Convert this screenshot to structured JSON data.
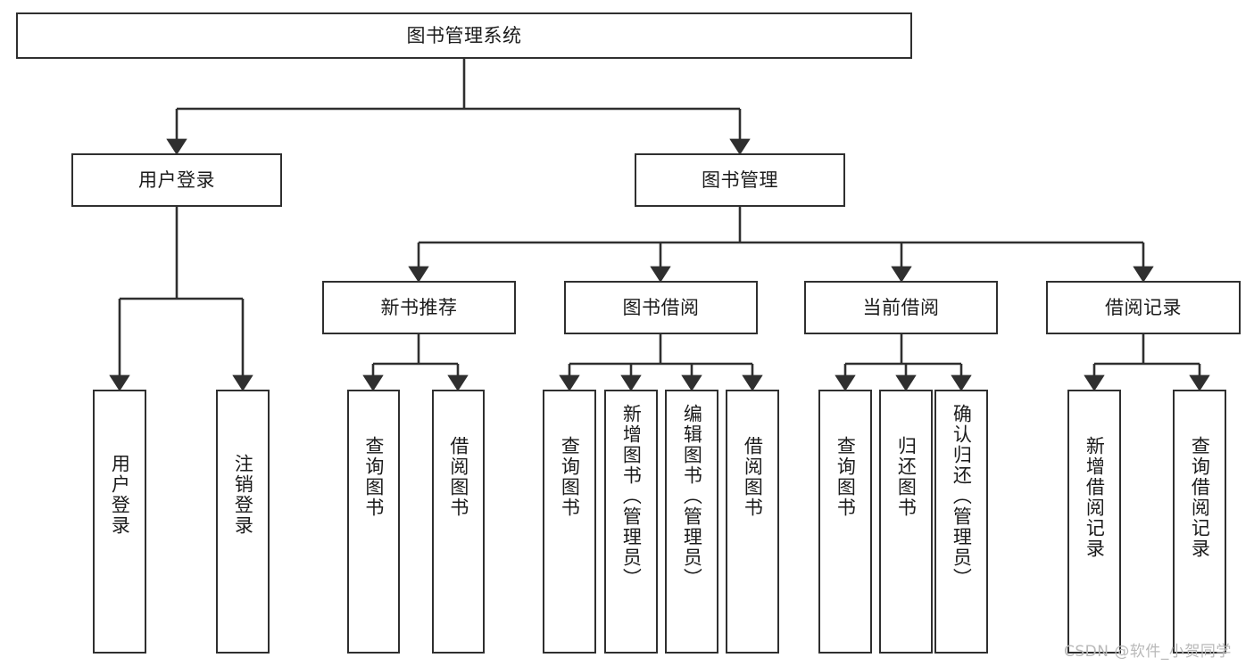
{
  "diagram": {
    "title": "图书管理系统",
    "type": "tree-hierarchy-diagram",
    "colors": {
      "stroke": "#2f2f2f",
      "fill": "#ffffff",
      "text": "#1b1b1b",
      "watermark": "#b9b9b9"
    },
    "root": {
      "label": "图书管理系统"
    },
    "level2": [
      {
        "label": "用户登录"
      },
      {
        "label": "图书管理"
      }
    ],
    "level3": [
      {
        "label": "新书推荐"
      },
      {
        "label": "图书借阅"
      },
      {
        "label": "当前借阅"
      },
      {
        "label": "借阅记录"
      }
    ],
    "leaves": {
      "user_login": [
        {
          "label": "用户登录"
        },
        {
          "label": "注销登录"
        }
      ],
      "new_book_recommend": [
        {
          "label": "查询图书"
        },
        {
          "label": "借阅图书"
        }
      ],
      "book_borrow": [
        {
          "label": "查询图书"
        },
        {
          "label": "新增图书（管理员）"
        },
        {
          "label": "编辑图书（管理员）"
        },
        {
          "label": "借阅图书"
        }
      ],
      "current_borrow": [
        {
          "label": "查询图书"
        },
        {
          "label": "归还图书"
        },
        {
          "label": "确认归还（管理员）"
        }
      ],
      "borrow_record": [
        {
          "label": "新增借阅记录"
        },
        {
          "label": "查询借阅记录"
        }
      ]
    },
    "watermark": "CSDN @软件_小贺同学"
  }
}
